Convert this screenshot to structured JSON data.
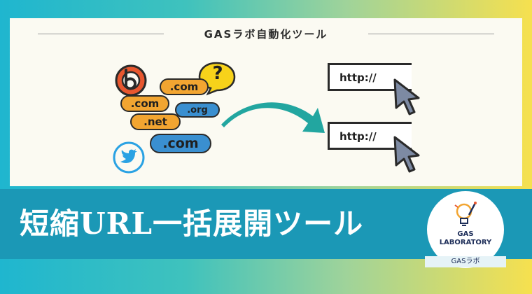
{
  "header": {
    "title": "GASラボ自動化ツール"
  },
  "illustration": {
    "domains": [
      ".com",
      ".com",
      ".org",
      ".net",
      ".com"
    ],
    "question_mark": "?",
    "urls": [
      "http://",
      "http://"
    ]
  },
  "banner": {
    "title": "短縮URL一括展開ツール"
  },
  "logo": {
    "line1": "GAS",
    "line2": "LABORATORY",
    "tag": "GASラボ"
  },
  "colors": {
    "orange_pill": "#f2a531",
    "blue_pill": "#3a8fd0",
    "banner": "#1b98b6",
    "arrow": "#22a6a0",
    "cursor": "#7d8aa3",
    "bitly_red": "#e8572f",
    "twitter_blue": "#2aa2e3",
    "question_bubble": "#f7d21a"
  }
}
